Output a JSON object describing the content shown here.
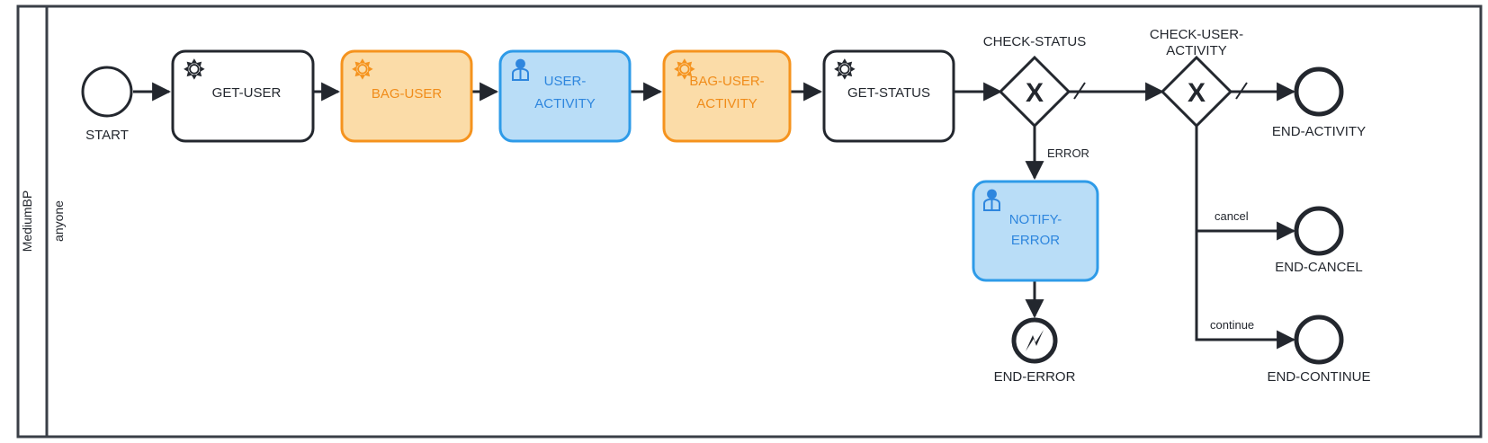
{
  "diagram": {
    "type": "bpmn-process",
    "pool": {
      "label": "MediumBP"
    },
    "lane": {
      "label": "anyone"
    },
    "colors": {
      "stroke_dark": "#23272e",
      "orange_fill": "#FBDCA8",
      "orange_stroke": "#F5931E",
      "orange_text": "#F08C1A",
      "blue_fill": "#B9DDF7",
      "blue_stroke": "#2E9BE8",
      "blue_text": "#2E86DE",
      "white_fill": "#ffffff",
      "background": "#ffffff"
    },
    "nodes": [
      {
        "id": "start",
        "kind": "start-event",
        "label": "START",
        "label_pos": "below",
        "style": "plain"
      },
      {
        "id": "get-user",
        "kind": "service-task",
        "label": "GET-USER",
        "style": "white",
        "icon": "gear-icon"
      },
      {
        "id": "bag-user",
        "kind": "service-task",
        "label": "BAG-USER",
        "style": "orange",
        "icon": "gear-icon"
      },
      {
        "id": "user-activity",
        "kind": "user-task",
        "label": "USER-ACTIVITY",
        "label_lines": [
          "USER-",
          "ACTIVITY"
        ],
        "style": "blue",
        "icon": "user-icon"
      },
      {
        "id": "bag-user-activity",
        "kind": "service-task",
        "label": "BAG-USER-ACTIVITY",
        "label_lines": [
          "BAG-USER-",
          "ACTIVITY"
        ],
        "style": "orange",
        "icon": "gear-icon"
      },
      {
        "id": "get-status",
        "kind": "service-task",
        "label": "GET-STATUS",
        "style": "white",
        "icon": "gear-icon"
      },
      {
        "id": "check-status",
        "kind": "exclusive-gateway",
        "label": "CHECK-STATUS",
        "label_pos": "above",
        "symbol": "X"
      },
      {
        "id": "check-user-activity",
        "kind": "exclusive-gateway",
        "label": "CHECK-USER-ACTIVITY",
        "label_lines": [
          "CHECK-USER-",
          "ACTIVITY"
        ],
        "label_pos": "above",
        "symbol": "X"
      },
      {
        "id": "notify-error",
        "kind": "user-task",
        "label": "NOTIFY-ERROR",
        "label_lines": [
          "NOTIFY-",
          "ERROR"
        ],
        "style": "blue",
        "icon": "user-icon"
      },
      {
        "id": "end-error",
        "kind": "error-end-event",
        "label": "END-ERROR",
        "label_pos": "below"
      },
      {
        "id": "end-activity",
        "kind": "end-event",
        "label": "END-ACTIVITY",
        "label_pos": "below"
      },
      {
        "id": "end-cancel",
        "kind": "end-event",
        "label": "END-CANCEL",
        "label_pos": "below"
      },
      {
        "id": "end-continue",
        "kind": "end-event",
        "label": "END-CONTINUE",
        "label_pos": "below"
      }
    ],
    "flows": [
      {
        "from": "start",
        "to": "get-user",
        "label": ""
      },
      {
        "from": "get-user",
        "to": "bag-user",
        "label": ""
      },
      {
        "from": "bag-user",
        "to": "user-activity",
        "label": ""
      },
      {
        "from": "user-activity",
        "to": "bag-user-activity",
        "label": ""
      },
      {
        "from": "bag-user-activity",
        "to": "get-status",
        "label": ""
      },
      {
        "from": "get-status",
        "to": "check-status",
        "label": ""
      },
      {
        "from": "check-status",
        "to": "check-user-activity",
        "label": "",
        "default": true
      },
      {
        "from": "check-status",
        "to": "notify-error",
        "label": "ERROR"
      },
      {
        "from": "notify-error",
        "to": "end-error",
        "label": ""
      },
      {
        "from": "check-user-activity",
        "to": "end-activity",
        "label": "",
        "default": true
      },
      {
        "from": "check-user-activity",
        "to": "end-cancel",
        "label": "cancel"
      },
      {
        "from": "check-user-activity",
        "to": "end-continue",
        "label": "continue"
      }
    ],
    "labels": {
      "start": "START",
      "get_user": "GET-USER",
      "bag_user": "BAG-USER",
      "user_activity_l1": "USER-",
      "user_activity_l2": "ACTIVITY",
      "bag_user_activity_l1": "BAG-USER-",
      "bag_user_activity_l2": "ACTIVITY",
      "get_status": "GET-STATUS",
      "check_status": "CHECK-STATUS",
      "check_user_activity_l1": "CHECK-USER-",
      "check_user_activity_l2": "ACTIVITY",
      "error_flow": "ERROR",
      "notify_error_l1": "NOTIFY-",
      "notify_error_l2": "ERROR",
      "end_error": "END-ERROR",
      "end_activity": "END-ACTIVITY",
      "cancel_flow": "cancel",
      "end_cancel": "END-CANCEL",
      "continue_flow": "continue",
      "end_continue": "END-CONTINUE",
      "gateway_symbol": "X",
      "pool": "MediumBP",
      "lane": "anyone"
    }
  }
}
